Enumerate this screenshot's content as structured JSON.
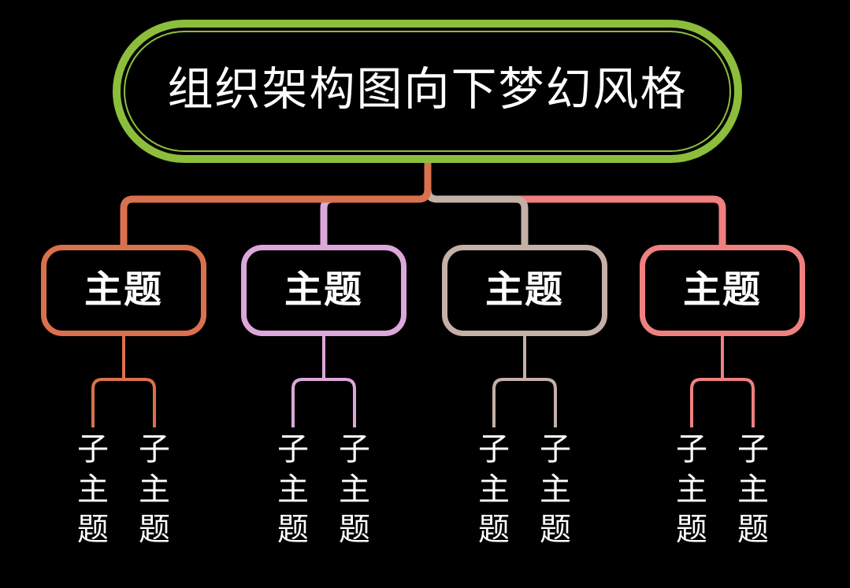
{
  "background": "#000000",
  "title": {
    "label": "组织架构图向下梦幻风格",
    "border_color": "#8CBE3C",
    "text_color": "#FFFFFF"
  },
  "topics": [
    {
      "label": "主题",
      "color": "#D9714E",
      "children": [
        {
          "label": "子主题"
        },
        {
          "label": "子主题"
        }
      ]
    },
    {
      "label": "主题",
      "color": "#DCA7DB",
      "children": [
        {
          "label": "子主题"
        },
        {
          "label": "子主题"
        }
      ]
    },
    {
      "label": "主题",
      "color": "#C4B0A6",
      "children": [
        {
          "label": "子主题"
        },
        {
          "label": "子主题"
        }
      ]
    },
    {
      "label": "主题",
      "color": "#F08080",
      "children": [
        {
          "label": "子主题"
        },
        {
          "label": "子主题"
        }
      ]
    }
  ]
}
